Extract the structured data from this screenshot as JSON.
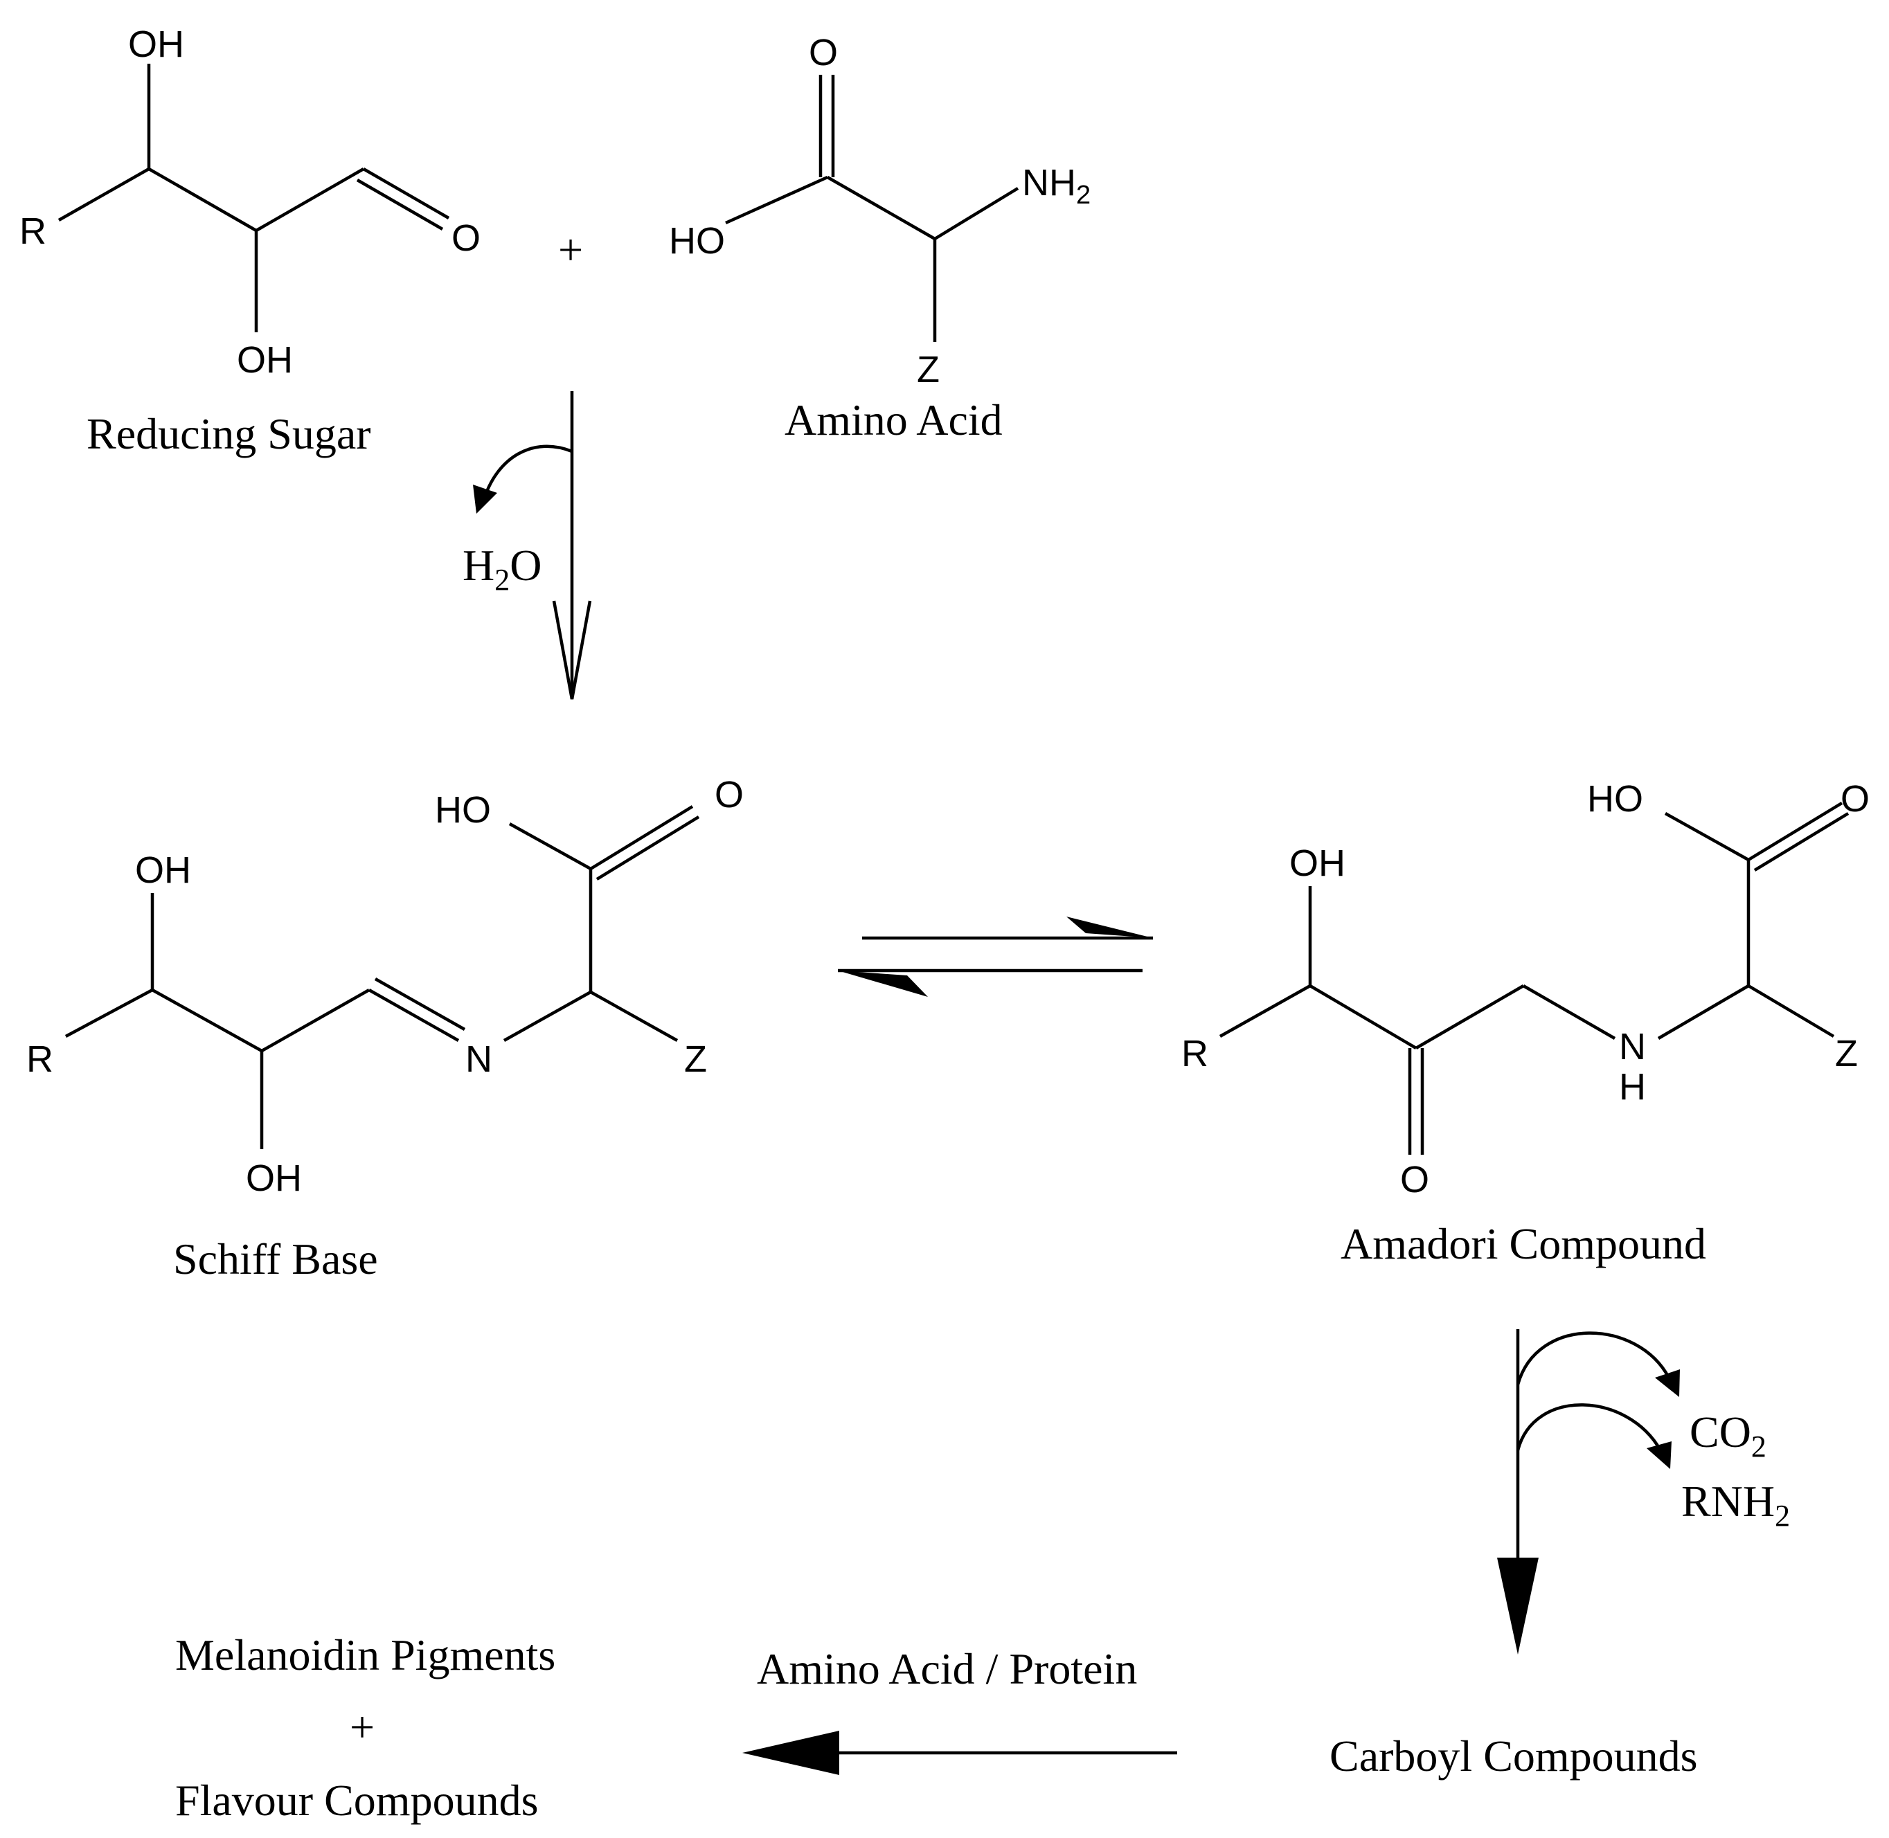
{
  "atoms": {
    "oh": "OH",
    "ho": "HO",
    "r": "R",
    "o": "O",
    "z": "Z",
    "n": "N",
    "nh_n": "N",
    "nh_h": "H",
    "nh2_main": "NH",
    "nh2_sub": "2"
  },
  "compounds": {
    "reducing_sugar": "Reducing Sugar",
    "amino_acid": "Amino Acid",
    "schiff_base": "Schiff Base",
    "amadori": "Amadori Compound",
    "carbonyl": "Carboyl Compounds",
    "melanoidin": "Melanoidin Pigments",
    "flavour": "Flavour Compounds"
  },
  "signs": {
    "plus_reactants": "+",
    "plus_products": "+"
  },
  "reagents": {
    "water_h": "H",
    "water_sub": "2",
    "water_o": "O",
    "co2_main": "CO",
    "co2_sub": "2",
    "rnh2_main": "RNH",
    "rnh2_sub": "2",
    "amino_protein": "Amino Acid / Protein"
  }
}
